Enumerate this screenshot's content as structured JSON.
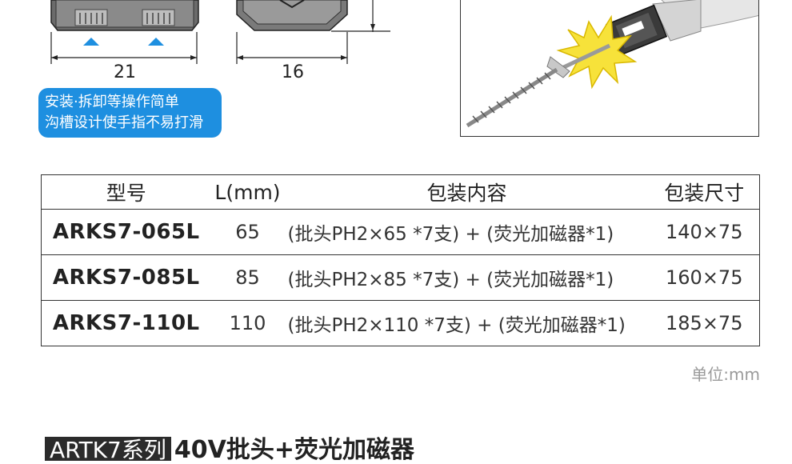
{
  "drawing": {
    "width_dim": "21",
    "depth_dim": "16"
  },
  "badge": {
    "line1": "安装·拆卸等操作简单",
    "line2": "沟槽设计使手指不易打滑"
  },
  "table": {
    "headers": [
      "型号",
      "L(mm)",
      "包装内容",
      "包装尺寸"
    ],
    "rows": [
      {
        "model": "ARKS7-065L",
        "length": "65",
        "content": "(批头PH2×65 *7支) + (荧光加磁器*1)",
        "size": "140×75"
      },
      {
        "model": "ARKS7-085L",
        "length": "85",
        "content": "(批头PH2×85 *7支) + (荧光加磁器*1)",
        "size": "160×75"
      },
      {
        "model": "ARKS7-110L",
        "length": "110",
        "content": "(批头PH2×110 *7支) + (荧光加磁器*1)",
        "size": "185×75"
      }
    ]
  },
  "unit_note": "单位:mm",
  "section": {
    "series_tag": "ARTK7系列",
    "title": "40V批头+荧光加磁器"
  },
  "colors": {
    "badge_bg": "#1e8fe0",
    "arrow_blue": "#1e8fe0",
    "spark_yellow": "#f7e23a",
    "tag_bg": "#2b2b2b"
  }
}
